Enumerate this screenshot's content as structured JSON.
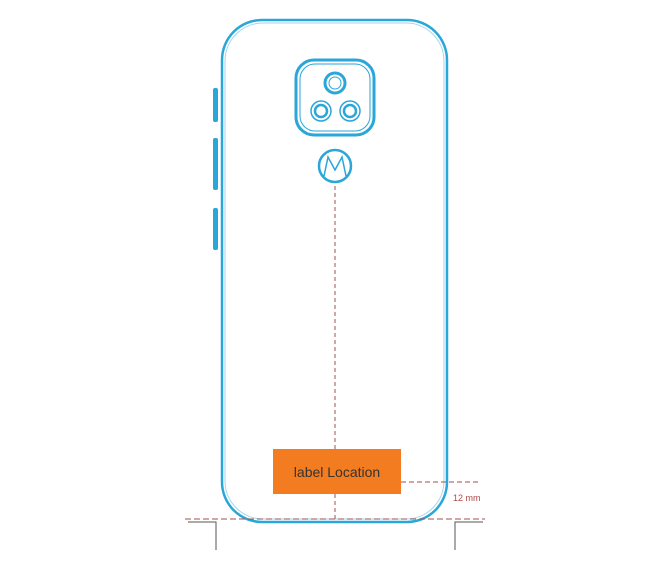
{
  "diagram": {
    "label_text": "label Location",
    "dimension_text": "12 mm",
    "logo_text": "M",
    "colors": {
      "outline": "#2aa6d8",
      "label": "#f47c20",
      "dash": "#a05050"
    }
  }
}
